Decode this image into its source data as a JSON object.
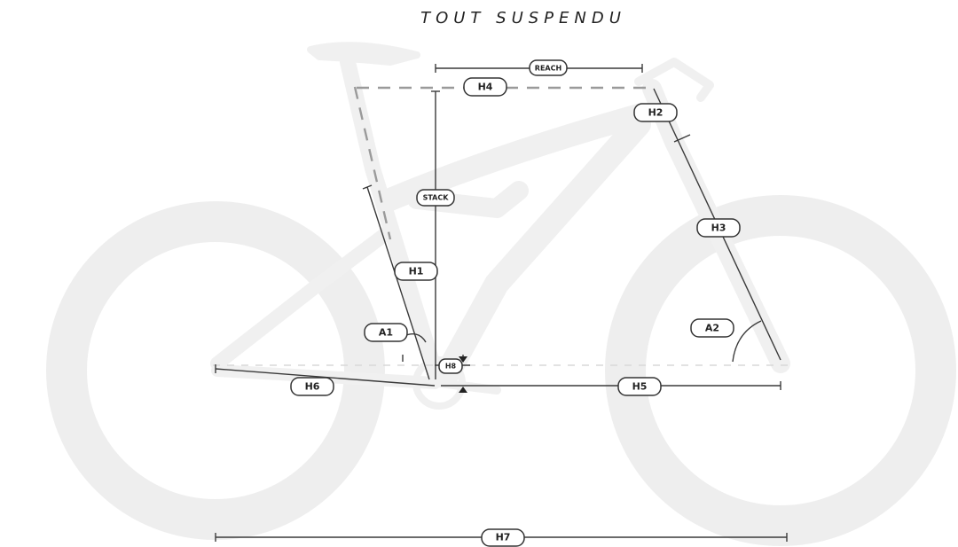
{
  "title": "TOUT SUSPENDU",
  "labels": {
    "reach": "REACH",
    "stack": "STACK",
    "h1": "H1",
    "h2": "H2",
    "h3": "H3",
    "h4": "H4",
    "h5": "H5",
    "h6": "H6",
    "h7": "H7",
    "h8": "H8",
    "a1": "A1",
    "a2": "A2"
  },
  "colors": {
    "line": "#3a3a3a",
    "ghost_bike": "#eeeeee",
    "dashed": "#9a9a9a"
  }
}
